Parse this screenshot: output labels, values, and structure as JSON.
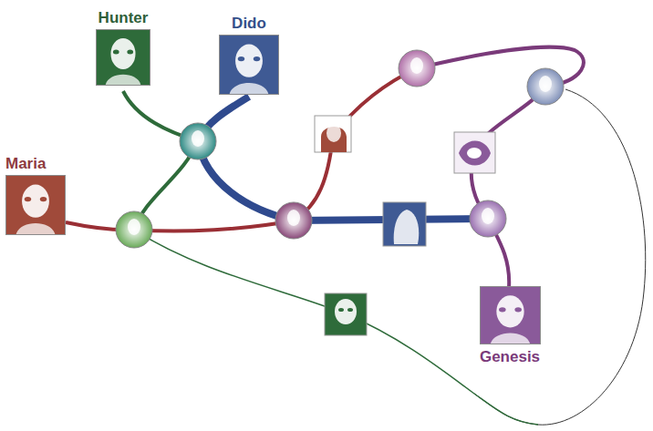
{
  "diagram": {
    "nodes": [
      {
        "text": [
          "Hunter"
        ]
      },
      {
        "text": [
          "Dido"
        ]
      },
      {
        "text": [
          "Maria"
        ]
      },
      {
        "text": [
          "Genesis"
        ]
      }
    ]
  }
}
